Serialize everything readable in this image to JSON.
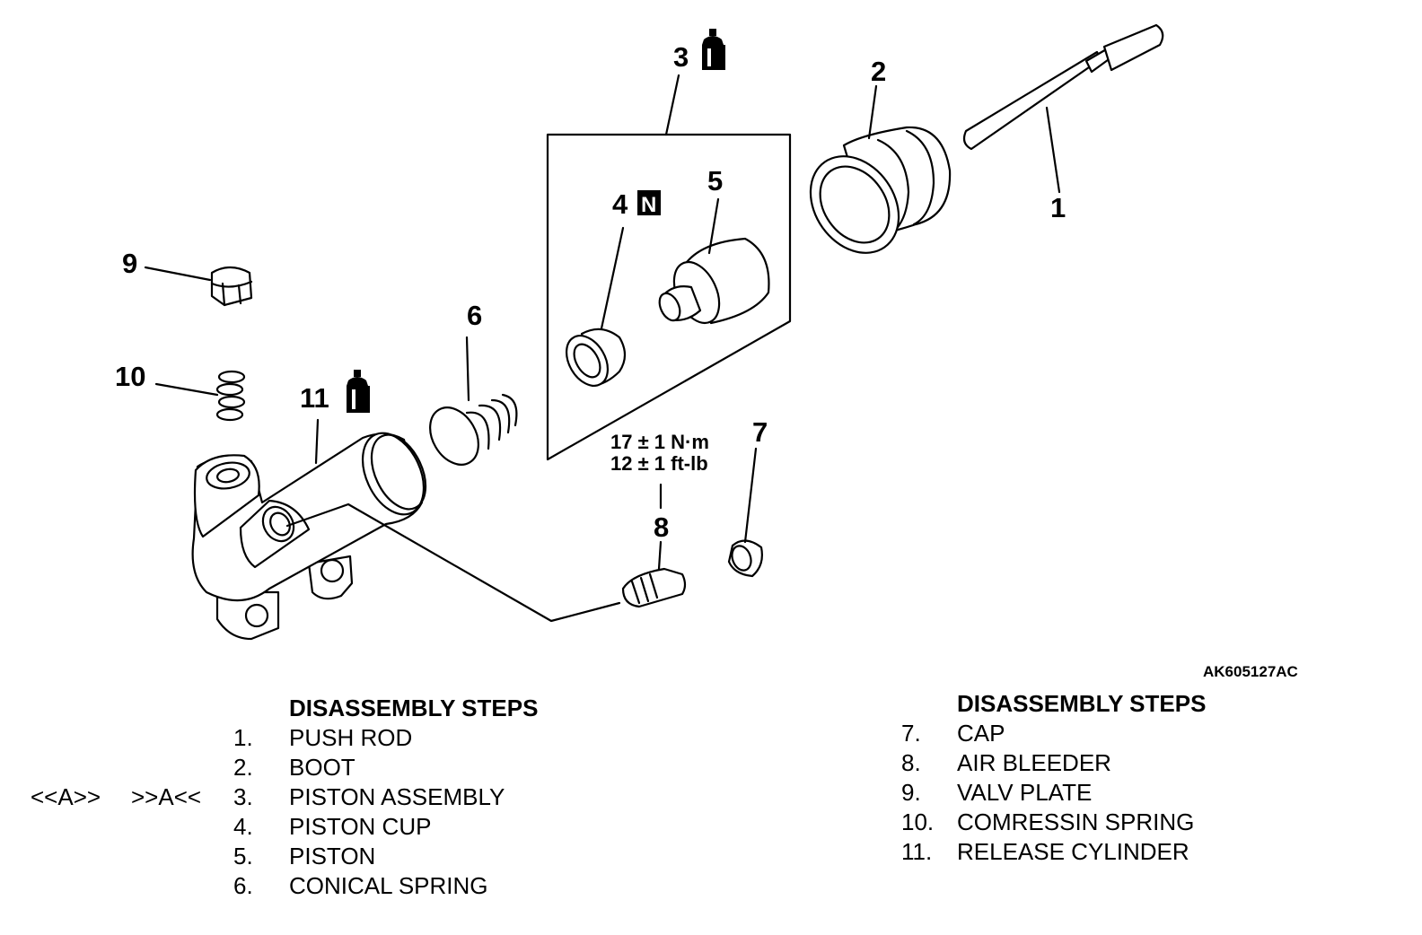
{
  "figure_id": "AK605127AC",
  "callouts": {
    "c1": "1",
    "c2": "2",
    "c3": "3",
    "c4": "4",
    "c5": "5",
    "c6": "6",
    "c7": "7",
    "c8": "8",
    "c9": "9",
    "c10": "10",
    "c11": "11",
    "n_symbol": "N"
  },
  "torque": {
    "metric": "17 ± 1 N·m",
    "imperial": "12 ± 1 ft-lb"
  },
  "left_steps": {
    "heading": "DISASSEMBLY STEPS",
    "mark_removal": "<<A>>",
    "mark_install": ">>A<<",
    "items": [
      {
        "num": "1.",
        "label": "PUSH ROD"
      },
      {
        "num": "2.",
        "label": "BOOT"
      },
      {
        "num": "3.",
        "label": "PISTON ASSEMBLY"
      },
      {
        "num": "4.",
        "label": "PISTON CUP"
      },
      {
        "num": "5.",
        "label": "PISTON"
      },
      {
        "num": "6.",
        "label": "CONICAL SPRING"
      }
    ]
  },
  "right_steps": {
    "heading": "DISASSEMBLY STEPS",
    "items": [
      {
        "num": "7.",
        "label": "CAP"
      },
      {
        "num": "8.",
        "label": "AIR BLEEDER"
      },
      {
        "num": "9.",
        "label": "VALV PLATE"
      },
      {
        "num": "10.",
        "label": "COMRESSIN SPRING"
      },
      {
        "num": "11.",
        "label": "RELEASE CYLINDER"
      }
    ]
  }
}
